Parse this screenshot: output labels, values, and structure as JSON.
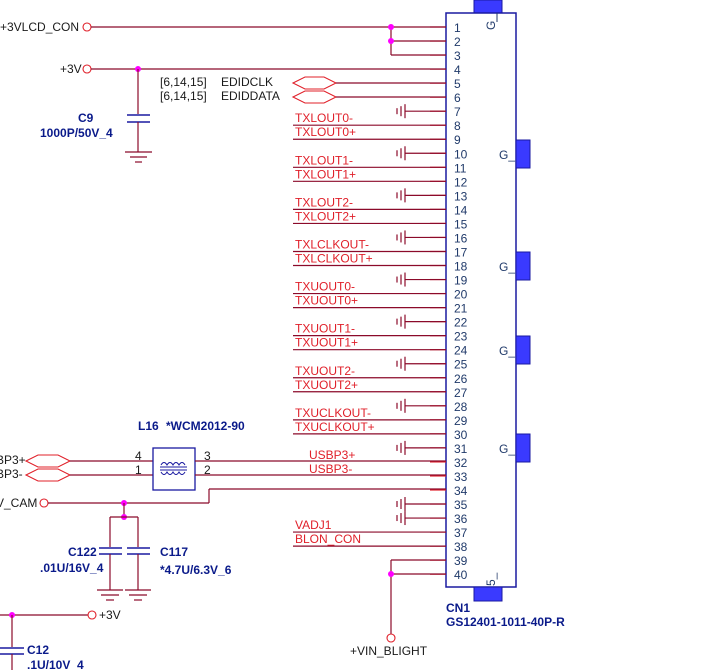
{
  "schematic": {
    "connector": {
      "ref": "CN1",
      "part": "GS12401-1011-40P-R",
      "ground_label": "G_",
      "ground_label_bottom": "5_",
      "pins": [
        "1",
        "2",
        "3",
        "4",
        "5",
        "6",
        "7",
        "8",
        "9",
        "10",
        "11",
        "12",
        "13",
        "14",
        "15",
        "16",
        "17",
        "18",
        "19",
        "20",
        "21",
        "22",
        "23",
        "24",
        "25",
        "26",
        "27",
        "28",
        "29",
        "30",
        "31",
        "32",
        "33",
        "34",
        "35",
        "36",
        "37",
        "38",
        "39",
        "40"
      ]
    },
    "power_ports": {
      "lcd": "+3VLCD_CON",
      "v3": "+3V",
      "cam": "V_CAM",
      "v3_bottom": "+3V",
      "vin": "+VIN_BLIGHT"
    },
    "edid": {
      "clk_ref": "[6,14,15]",
      "clk": "EDIDCLK",
      "data_ref": "[6,14,15]",
      "data": "EDIDDATA"
    },
    "nets": [
      {
        "label": "TXLOUT0-",
        "pin": 8
      },
      {
        "label": "TXLOUT0+",
        "pin": 9
      },
      {
        "label": "TXLOUT1-",
        "pin": 11
      },
      {
        "label": "TXLOUT1+",
        "pin": 12
      },
      {
        "label": "TXLOUT2-",
        "pin": 14
      },
      {
        "label": "TXLOUT2+",
        "pin": 15
      },
      {
        "label": "TXLCLKOUT-",
        "pin": 17
      },
      {
        "label": "TXLCLKOUT+",
        "pin": 18
      },
      {
        "label": "TXUOUT0-",
        "pin": 20
      },
      {
        "label": "TXUOUT0+",
        "pin": 21
      },
      {
        "label": "TXUOUT1-",
        "pin": 23
      },
      {
        "label": "TXUOUT1+",
        "pin": 24
      },
      {
        "label": "TXUOUT2-",
        "pin": 26
      },
      {
        "label": "TXUOUT2+",
        "pin": 27
      },
      {
        "label": "TXUCLKOUT-",
        "pin": 29
      },
      {
        "label": "TXUCLKOUT+",
        "pin": 30
      },
      {
        "label": "USBP3+",
        "pin": 32
      },
      {
        "label": "USBP3-",
        "pin": 33
      },
      {
        "label": "VADJ1",
        "pin": 37
      },
      {
        "label": "BLON_CON",
        "pin": 38
      }
    ],
    "ground_pins": [
      7,
      10,
      13,
      16,
      19,
      22,
      25,
      28,
      31,
      35,
      36
    ],
    "usb_in": {
      "plus": "BP3+",
      "minus": "BP3-"
    },
    "choke": {
      "ref": "L16",
      "part": "*WCM2012-90",
      "pins": [
        "4",
        "1",
        "3",
        "2"
      ]
    },
    "caps": [
      {
        "ref": "C9",
        "value": "1000P/50V_4"
      },
      {
        "ref": "C122",
        "value": ".01U/16V_4"
      },
      {
        "ref": "C117",
        "value": "*4.7U/6.3V_6"
      },
      {
        "ref": "C12",
        "value": ".1U/10V_4"
      }
    ]
  }
}
